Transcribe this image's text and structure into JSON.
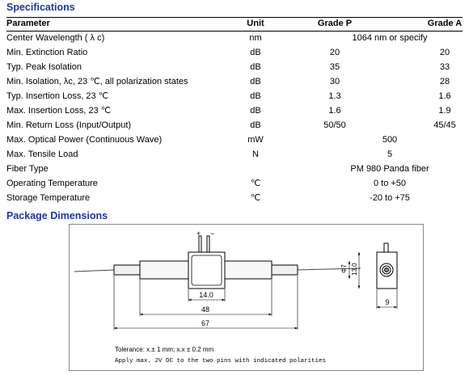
{
  "sections": {
    "specifications": "Specifications",
    "package": "Package Dimensions"
  },
  "table": {
    "headers": {
      "parameter": "Parameter",
      "unit": "Unit",
      "grade_p": "Grade P",
      "grade_a": "Grade A"
    },
    "rows": [
      {
        "param": "Center Wavelength ( λ c)",
        "unit": "nm",
        "span": "1064 nm or specify"
      },
      {
        "param": "Min. Extinction Ratio",
        "unit": "dB",
        "p": "20",
        "a": "20"
      },
      {
        "param": "Typ. Peak Isolation",
        "unit": "dB",
        "p": "35",
        "a": "33"
      },
      {
        "param": "Min. Isolation, λc, 23 ℃, all polarization states",
        "unit": "dB",
        "p": "30",
        "a": "28"
      },
      {
        "param": "Typ. Insertion Loss, 23 ℃",
        "unit": "dB",
        "p": "1.3",
        "a": "1.6"
      },
      {
        "param": "Max. Insertion Loss, 23 ℃",
        "unit": "dB",
        "p": "1.6",
        "a": "1.9"
      },
      {
        "param": "Min. Return Loss (Input/Output)",
        "unit": "dB",
        "p": "50/50",
        "a": "45/45"
      },
      {
        "param": "Max. Optical Power (Continuous Wave)",
        "unit": "mW",
        "span": "500"
      },
      {
        "param": "Max. Tensile Load",
        "unit": "N",
        "span": "5"
      },
      {
        "param": "Fiber Type",
        "unit": "",
        "span": "PM 980 Panda fiber"
      },
      {
        "param": "Operating Temperature",
        "unit": "℃",
        "span": "0 to +50"
      },
      {
        "param": "Storage Temperature",
        "unit": "℃",
        "span": "-20 to +75"
      }
    ]
  },
  "drawing": {
    "plus": "+",
    "minus": "−",
    "dims": {
      "d14": "14.0",
      "d48": "48",
      "d67": "67",
      "d13": "13.0",
      "phi7": "Φ7",
      "d9": "9"
    },
    "tolerance": "Tolerance: x.± 1 mm; x.x ± 0.2 mm",
    "note": "Apply max. 2V DC to the two pins with indicated polarities"
  }
}
